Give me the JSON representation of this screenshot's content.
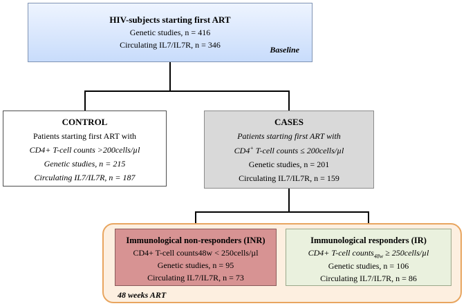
{
  "baseline": {
    "title": "HIV-subjects starting first ART",
    "genetic": "Genetic studies, n = 416",
    "circulating": "Circulating IL7/IL7R, n = 346",
    "tag": "Baseline"
  },
  "control": {
    "title": "CONTROL",
    "line1": "Patients starting first ART with",
    "line2": "CD4+ T-cell counts >200cells/µl",
    "genetic": "Genetic studies, n = 215",
    "circulating": "Circulating IL7/IL7R, n = 187"
  },
  "cases": {
    "title": "CASES",
    "line1": "Patients starting first ART with",
    "line2_pre": "CD4",
    "line2_sup": "+",
    "line2_post": " T-cell counts ≤ 200cells/µl",
    "genetic": "Genetic studies, n = 201",
    "circulating": "Circulating IL7/IL7R, n = 159"
  },
  "inr": {
    "title": "Immunological non-responders (INR)",
    "criterion": "CD4+ T-cell counts48w < 250cells/µl",
    "genetic": "Genetic studies, n = 95",
    "circulating": "Circulating IL7/IL7R, n = 73"
  },
  "ir": {
    "title": "Immunological responders (IR)",
    "criterion_pre": "CD4+ T-cell counts",
    "criterion_sub": "48w",
    "criterion_post": " ≥ 250cells/µl",
    "genetic": "Genetic studies, n = 106",
    "circulating": "Circulating IL7/IL7R, n = 86"
  },
  "followup": {
    "tag": "48 weeks ART"
  }
}
